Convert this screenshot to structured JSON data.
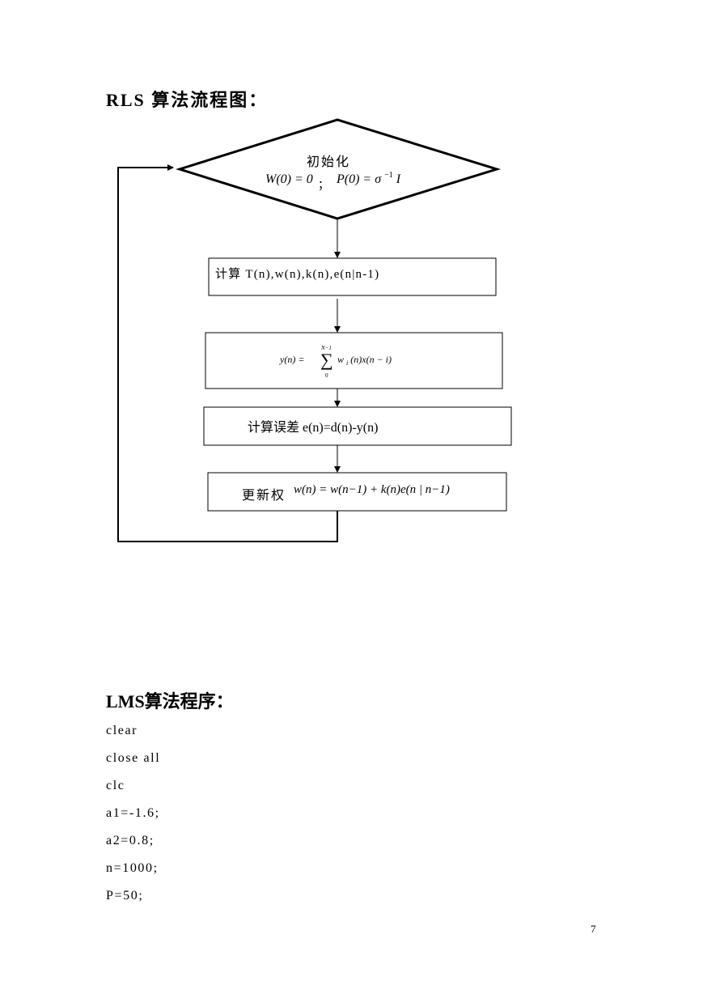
{
  "rls_heading": "RLS 算法流程图：",
  "flowchart": {
    "init_label": "初始化",
    "init_w": "W(0) = 0",
    "init_sep": "；",
    "init_p_lhs": "P(0) = σ",
    "init_p_exp": "−1",
    "init_p_rhs": "I",
    "step_compute": "计算 T(n),w(n),k(n),e(n|n-1)",
    "step_output_lhs": "y(n) =",
    "step_output_sum": "∑",
    "step_output_upper": "N−1",
    "step_output_lower": "0",
    "step_output_rhs_w": "w",
    "step_output_rhs_sub": "i",
    "step_output_rhs": "(n)x(n − i)",
    "step_error": "计算误差 e(n)=d(n)-y(n)",
    "step_update_label": "更新权",
    "step_update_formula": "w(n) = w(n−1) + k(n)e(n | n−1)"
  },
  "lms_heading": "LMS算法程序：",
  "code_lines": [
    "clear",
    "close all",
    "clc",
    "a1=-1.6;",
    "a2=0.8;",
    "n=1000;",
    "P=50;"
  ],
  "page_number": "7"
}
